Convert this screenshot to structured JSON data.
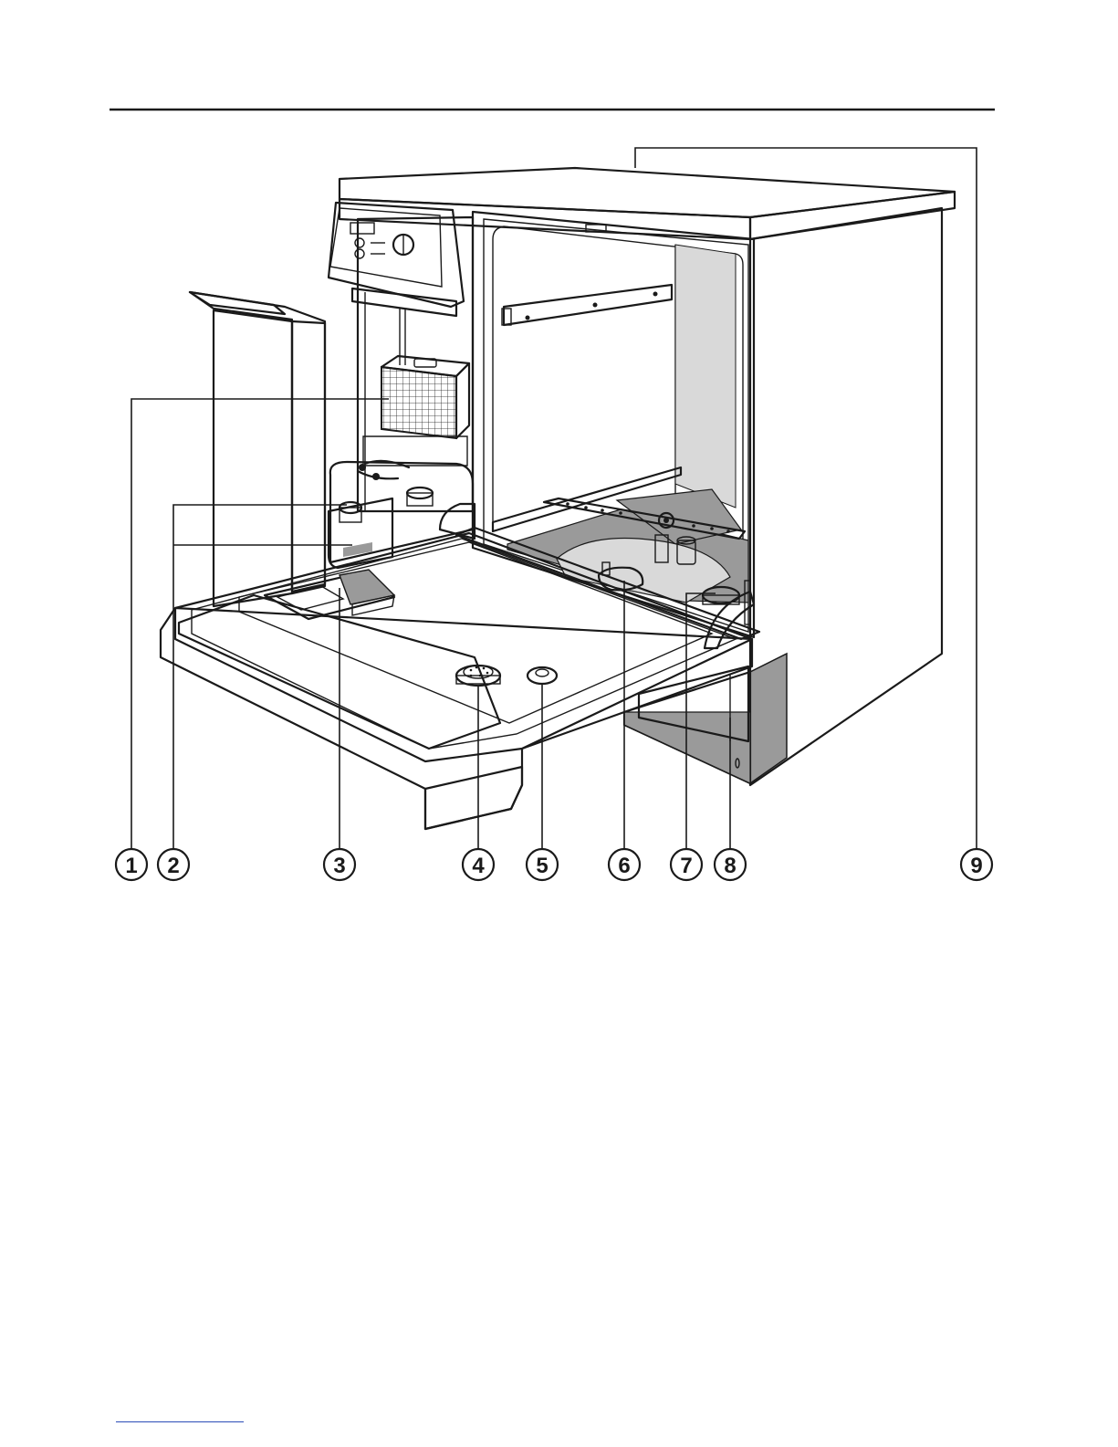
{
  "figure": {
    "callouts": [
      {
        "number": "1"
      },
      {
        "number": "2"
      },
      {
        "number": "3"
      },
      {
        "number": "4"
      },
      {
        "number": "5"
      },
      {
        "number": "6"
      },
      {
        "number": "7"
      },
      {
        "number": "8"
      },
      {
        "number": "9"
      }
    ]
  },
  "colors": {
    "line": "#1a1a1a",
    "shade": "#9a9a9a",
    "light_shade": "#d9d9d9",
    "footer_rule": "#2b4db8"
  }
}
